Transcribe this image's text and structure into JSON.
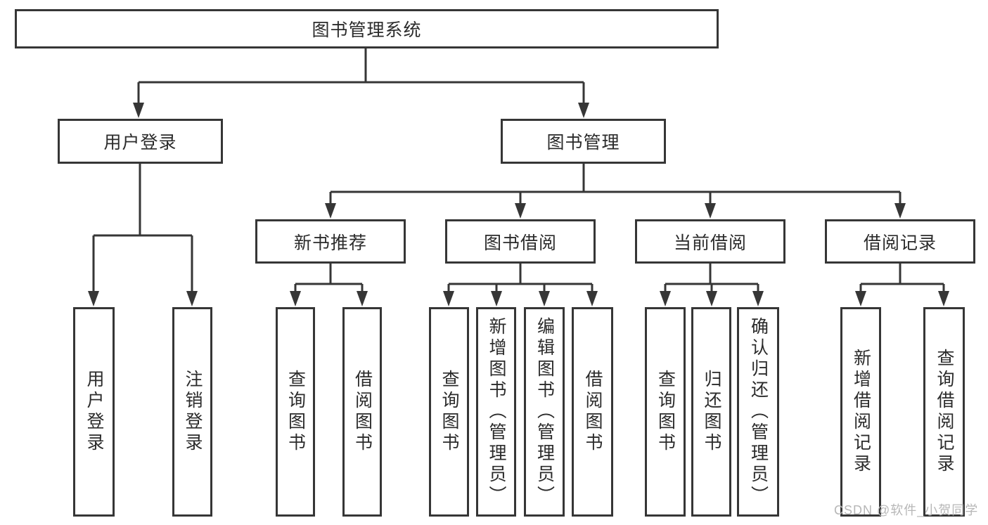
{
  "diagram": {
    "nodes": {
      "root": "图书管理系统",
      "user_login": "用户登录",
      "book_mgmt": "图书管理",
      "new_book_rec": "新书推荐",
      "book_borrow": "图书借阅",
      "current_borrow": "当前借阅",
      "borrow_records": "借阅记录",
      "leaf_user_login": "用户登录",
      "leaf_logout": "注销登录",
      "leaf_query_book_1": "查询图书",
      "leaf_borrow_book_1": "借阅图书",
      "leaf_query_book_2": "查询图书",
      "leaf_add_book": "新增图书（管理员）",
      "leaf_edit_book": "编辑图书（管理员）",
      "leaf_borrow_book_2": "借阅图书",
      "leaf_query_book_3": "查询图书",
      "leaf_return_book": "归还图书",
      "leaf_confirm_return": "确认归还（管理员）",
      "leaf_add_borrow_record": "新增借阅记录",
      "leaf_query_borrow_record": "查询借阅记录"
    },
    "watermark": "CSDN @软件_小贺同学",
    "colors": {
      "line": "#363636",
      "text": "#2b2b2b",
      "watermark": "#b7b7b7",
      "background": "#ffffff"
    }
  }
}
